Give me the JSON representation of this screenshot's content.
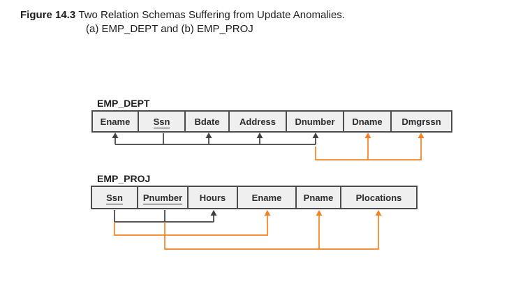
{
  "figure": {
    "label": "Figure 14.3",
    "title": "Two Relation Schemas Suffering from Update Anomalies.",
    "subtitle": "(a) EMP_DEPT and (b) EMP_PROJ"
  },
  "colors": {
    "fd_arrow_primary": "#414042",
    "fd_arrow_secondary": "#f58220",
    "cell_fill": "#efeff0",
    "cell_border": "#4c4c4e",
    "text": "#231f20"
  },
  "tables": [
    {
      "name": "EMP_DEPT",
      "columns": [
        {
          "label": "Ename",
          "underlined": false
        },
        {
          "label": "Ssn",
          "underlined": true
        },
        {
          "label": "Bdate",
          "underlined": false
        },
        {
          "label": "Address",
          "underlined": false
        },
        {
          "label": "Dnumber",
          "underlined": false
        },
        {
          "label": "Dname",
          "underlined": false
        },
        {
          "label": "Dmgrssn",
          "underlined": false
        }
      ],
      "functional_dependencies": [
        {
          "determinant": [
            "Ssn"
          ],
          "dependents": [
            "Ename",
            "Bdate",
            "Address",
            "Dnumber"
          ],
          "color": "black"
        },
        {
          "determinant": [
            "Dnumber"
          ],
          "dependents": [
            "Dname",
            "Dmgrssn"
          ],
          "color": "orange"
        }
      ]
    },
    {
      "name": "EMP_PROJ",
      "columns": [
        {
          "label": "Ssn",
          "underlined": true
        },
        {
          "label": "Pnumber",
          "underlined": true
        },
        {
          "label": "Hours",
          "underlined": false
        },
        {
          "label": "Ename",
          "underlined": false
        },
        {
          "label": "Pname",
          "underlined": false
        },
        {
          "label": "Plocations",
          "underlined": false
        }
      ],
      "functional_dependencies": [
        {
          "determinant": [
            "Ssn",
            "Pnumber"
          ],
          "dependents": [
            "Hours"
          ],
          "color": "black"
        },
        {
          "determinant": [
            "Ssn"
          ],
          "dependents": [
            "Ename"
          ],
          "color": "orange"
        },
        {
          "determinant": [
            "Pnumber"
          ],
          "dependents": [
            "Pname",
            "Plocations"
          ],
          "color": "orange"
        }
      ]
    }
  ]
}
